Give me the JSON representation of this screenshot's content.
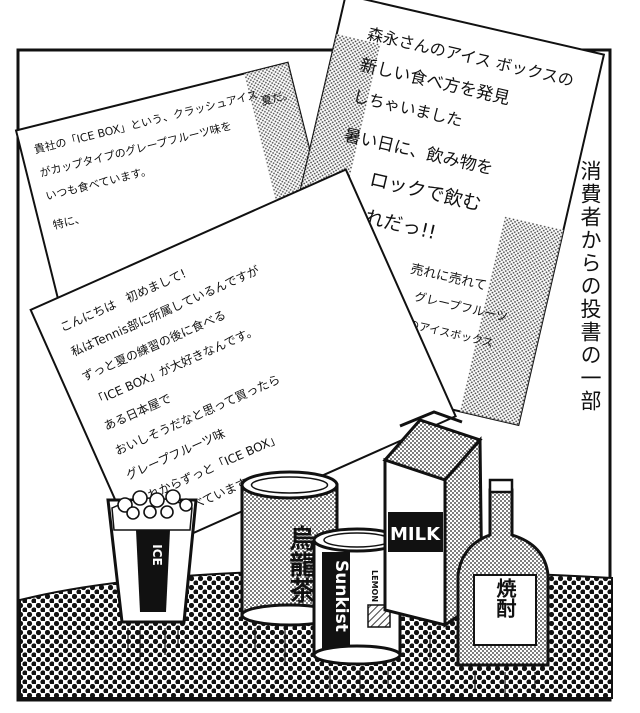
{
  "caption": "消費者からの投書の一部",
  "letters": {
    "back_left": {
      "lines": [
        "貴社の「ICE BOX」という、クラッシュアイス",
        "がカップタイプのグレープフルーツ味を",
        "いつも食べています。",
        "特に、",
        "夏だ。"
      ]
    },
    "back_right": {
      "lines": [
        "森永さんのアイス ボックスの",
        "新しい食べ方を発見",
        "しちゃいました",
        "暑い日に、飲み物を",
        "ロックで飲む",
        "これだっ!!",
        "売れに売れて",
        "グレープフルーツ",
        "のアイスボックス"
      ]
    },
    "front": {
      "lines": [
        "こんにちは　初めまして!",
        "私はTennis部に所属しているんですが",
        "ずっと夏の練習の後に食べる",
        "「ICE BOX」が大好きなんです。",
        "ある日本屋で",
        "おいしそうだなと思って買ったら",
        "グレープフルーツ味",
        "それからずっと「ICE BOX」",
        "ばかり食べています。"
      ]
    }
  },
  "items": {
    "cup": {
      "label": "ICE"
    },
    "tea_can": {
      "label": "烏龍茶"
    },
    "juice_can": {
      "brand": "Sunkist",
      "sub": "LEMON"
    },
    "milk": {
      "label": "MILK"
    },
    "shochu": {
      "label": "焼酎"
    }
  },
  "colors": {
    "ink": "#111111",
    "paper": "#ffffff"
  }
}
